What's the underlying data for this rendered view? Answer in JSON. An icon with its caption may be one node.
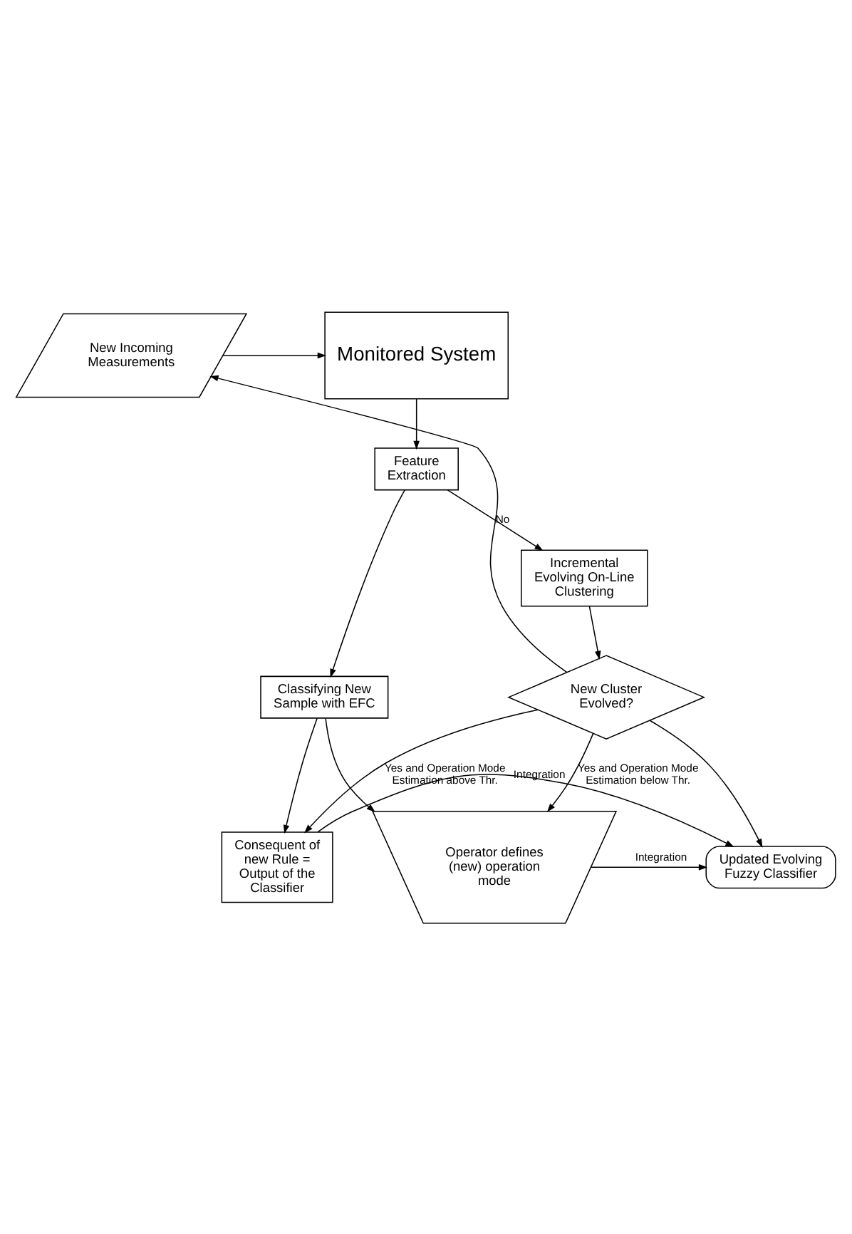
{
  "diagram": {
    "nodes": [
      {
        "text": [
          "New Incoming Measurements"
        ]
      },
      {
        "text": [
          "Monitored System"
        ]
      },
      {
        "text": [
          "Feature Extraction"
        ]
      },
      {
        "text": [
          "Incremental Evolving On-Line Clustering"
        ]
      },
      {
        "text": [
          "Updated Evolving Fuzzy Classifier"
        ]
      },
      {
        "text": [
          "Classifying New Sample with EFC"
        ]
      },
      {
        "text": [
          "New Cluster Evolved?"
        ]
      },
      {
        "text": [
          "Operator defines (new) operation mode"
        ]
      },
      {
        "text": [
          "Consequent of new Rule = Output of the Classifier"
        ]
      }
    ],
    "edges": [
      {
        "from": 0,
        "to": 1,
        "arrow": "to"
      },
      {
        "from": 1,
        "to": 2,
        "arrow": "to"
      },
      {
        "from": 2,
        "to": 3,
        "arrow": "to"
      },
      {
        "from": 2,
        "to": 5,
        "arrow": "to"
      },
      {
        "from": 3,
        "to": 6,
        "arrow": "to"
      },
      {
        "from": 6,
        "to": 0,
        "arrow": "to",
        "label": "No"
      },
      {
        "from": 6,
        "to": 4,
        "arrow": "to"
      },
      {
        "from": 6,
        "to": 8,
        "arrow": "to",
        "label": "Yes and Operation Mode Estimation above Thr."
      },
      {
        "from": 5,
        "to": 8,
        "arrow": "to"
      },
      {
        "from": 6,
        "to": 7,
        "arrow": "to",
        "label": "Yes and Operation Mode Estimation below Thr."
      },
      {
        "from": 5,
        "to": 7,
        "arrow": "to"
      },
      {
        "from": 7,
        "to": 4,
        "arrow": "to",
        "label": "Integration"
      },
      {
        "from": 8,
        "to": 4,
        "arrow": "to",
        "label": "Integration"
      }
    ]
  }
}
